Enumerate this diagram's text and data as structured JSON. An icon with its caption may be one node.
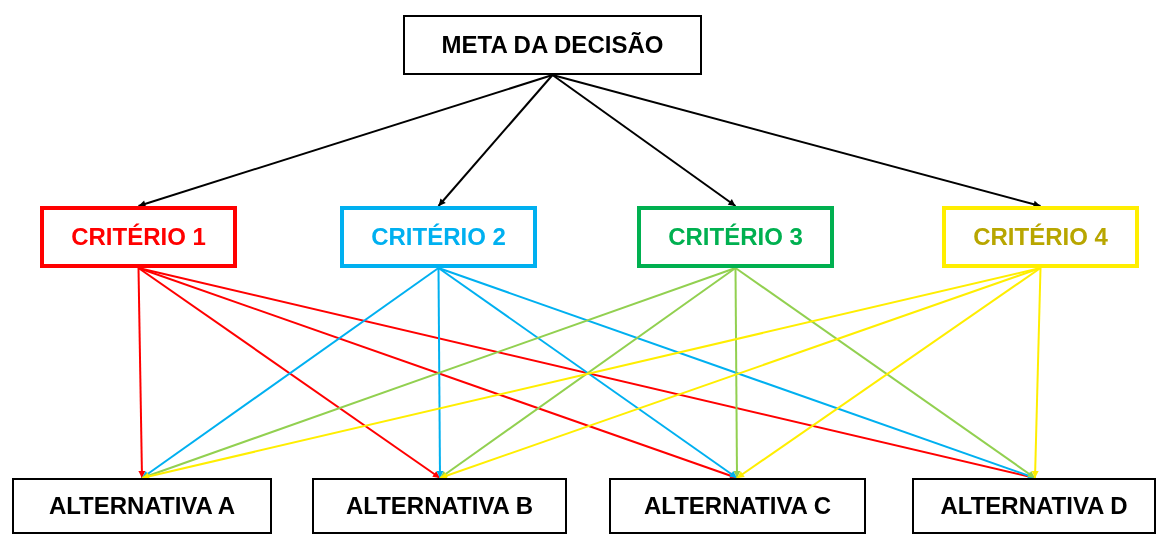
{
  "diagram": {
    "nodes": [
      {
        "text": [
          "META DA DECISÃO"
        ]
      },
      {
        "text": [
          "CRITÉRIO 1"
        ]
      },
      {
        "text": [
          "CRITÉRIO 2"
        ]
      },
      {
        "text": [
          "CRITÉRIO 3"
        ]
      },
      {
        "text": [
          "CRITÉRIO 4"
        ]
      },
      {
        "text": [
          "ALTERNATIVA A"
        ]
      },
      {
        "text": [
          "ALTERNATIVA B"
        ]
      },
      {
        "text": [
          "ALTERNATIVA C"
        ]
      },
      {
        "text": [
          "ALTERNATIVA D"
        ]
      }
    ],
    "edges": [
      {
        "from": 0,
        "to": 1,
        "arrow": "to",
        "color": "#000000"
      },
      {
        "from": 0,
        "to": 2,
        "arrow": "to",
        "color": "#000000"
      },
      {
        "from": 0,
        "to": 3,
        "arrow": "to",
        "color": "#000000"
      },
      {
        "from": 0,
        "to": 4,
        "arrow": "to",
        "color": "#000000"
      },
      {
        "from": 1,
        "to": 5,
        "arrow": "to",
        "color": "#ff0000"
      },
      {
        "from": 1,
        "to": 6,
        "arrow": "to",
        "color": "#ff0000"
      },
      {
        "from": 1,
        "to": 7,
        "arrow": "to",
        "color": "#ff0000"
      },
      {
        "from": 1,
        "to": 8,
        "arrow": "to",
        "color": "#ff0000"
      },
      {
        "from": 2,
        "to": 5,
        "arrow": "to",
        "color": "#00b0f0"
      },
      {
        "from": 2,
        "to": 6,
        "arrow": "to",
        "color": "#00b0f0"
      },
      {
        "from": 2,
        "to": 7,
        "arrow": "to",
        "color": "#00b0f0"
      },
      {
        "from": 2,
        "to": 8,
        "arrow": "to",
        "color": "#00b0f0"
      },
      {
        "from": 3,
        "to": 5,
        "arrow": "to",
        "color": "#92d050"
      },
      {
        "from": 3,
        "to": 6,
        "arrow": "to",
        "color": "#92d050"
      },
      {
        "from": 3,
        "to": 7,
        "arrow": "to",
        "color": "#92d050"
      },
      {
        "from": 3,
        "to": 8,
        "arrow": "to",
        "color": "#92d050"
      },
      {
        "from": 4,
        "to": 5,
        "arrow": "to",
        "color": "#ffee00"
      },
      {
        "from": 4,
        "to": 6,
        "arrow": "to",
        "color": "#ffee00"
      },
      {
        "from": 4,
        "to": 7,
        "arrow": "to",
        "color": "#ffee00"
      },
      {
        "from": 4,
        "to": 8,
        "arrow": "to",
        "color": "#ffee00"
      }
    ]
  }
}
